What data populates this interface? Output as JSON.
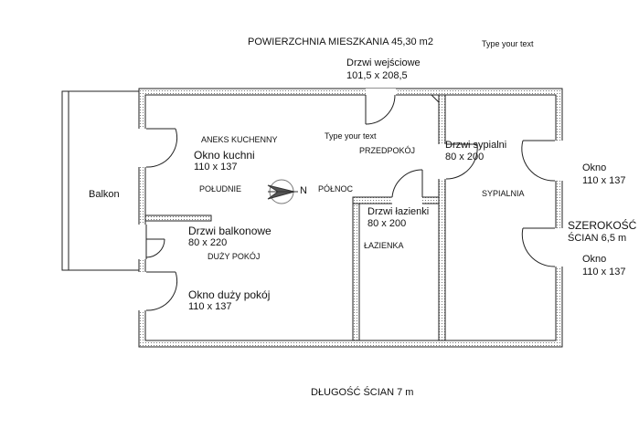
{
  "plan": {
    "area_title": "POWIERZCHNIA MIESZKANIA 45,30 m2",
    "placeholder_text_top": "Type your text",
    "placeholder_text_mid": "Type your text",
    "entrance_door": {
      "name": "Drzwi wejściowe",
      "size": "101,5 x 208,5"
    },
    "balcony": "Balkon",
    "kitchenette": "ANEKS KUCHENNY",
    "kitchen_window": {
      "name": "Okno kuchni",
      "size": "110 x 137"
    },
    "south": "POŁUDNIE",
    "north": "PÓŁNOC",
    "hallway": "PRZEDPOKÓJ",
    "bedroom_door": {
      "name": "Drzwi sypialni",
      "size": "80 x 200"
    },
    "bedroom": "SYPIALNIA",
    "bathroom_door": {
      "name": "Drzwi łazienki",
      "size": "80 x 200"
    },
    "bathroom": "ŁAZIENKA",
    "balcony_door": {
      "name": "Drzwi balkonowe",
      "size": "80 x 220"
    },
    "living_room": "DUŻY POKÓJ",
    "living_window": {
      "name": "Okno duży pokój",
      "size": "110 x 137"
    },
    "bedroom_window_1": {
      "name": "Okno",
      "size": "110 x 137"
    },
    "bedroom_window_2": {
      "name": "Okno",
      "size": "110 x 137"
    },
    "wall_width": {
      "line1": "SZEROKOŚĆ",
      "line2": "ŚCIAN 6,5 m"
    },
    "wall_length": "DŁUGOŚĆ ŚCIAN 7 m",
    "compass_letter": "N"
  }
}
